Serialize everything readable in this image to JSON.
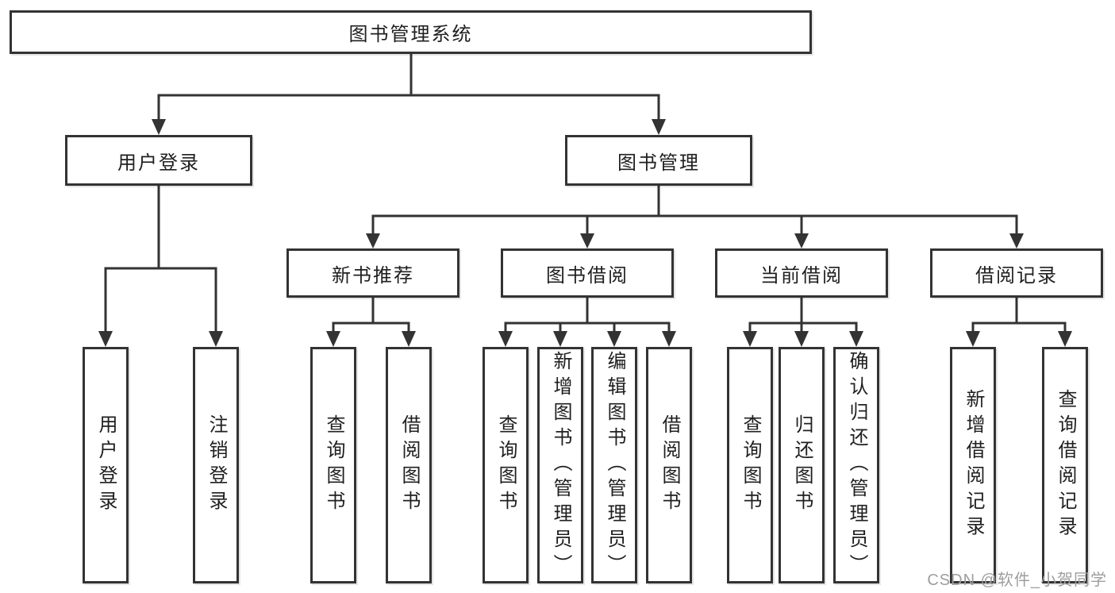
{
  "nodes": {
    "root": "图书管理系统",
    "l1": [
      "用户登录",
      "图书管理"
    ],
    "l2": [
      "新书推荐",
      "图书借阅",
      "当前借阅",
      "借阅记录"
    ],
    "leaf": [
      "用户登录",
      "注销登录",
      "查询图书",
      "借阅图书",
      "查询图书",
      "新增图书（管理员）",
      "编辑图书（管理员）",
      "借阅图书",
      "查询图书",
      "归还图书",
      "确认归还（管理员）",
      "新增借阅记录",
      "查询借阅记录"
    ]
  },
  "watermark": "CSDN @软件_小贺同学",
  "colors": {
    "line": "#333333",
    "text": "#1f1f1f",
    "watermark": "#9e9e9e",
    "background": "#ffffff"
  }
}
